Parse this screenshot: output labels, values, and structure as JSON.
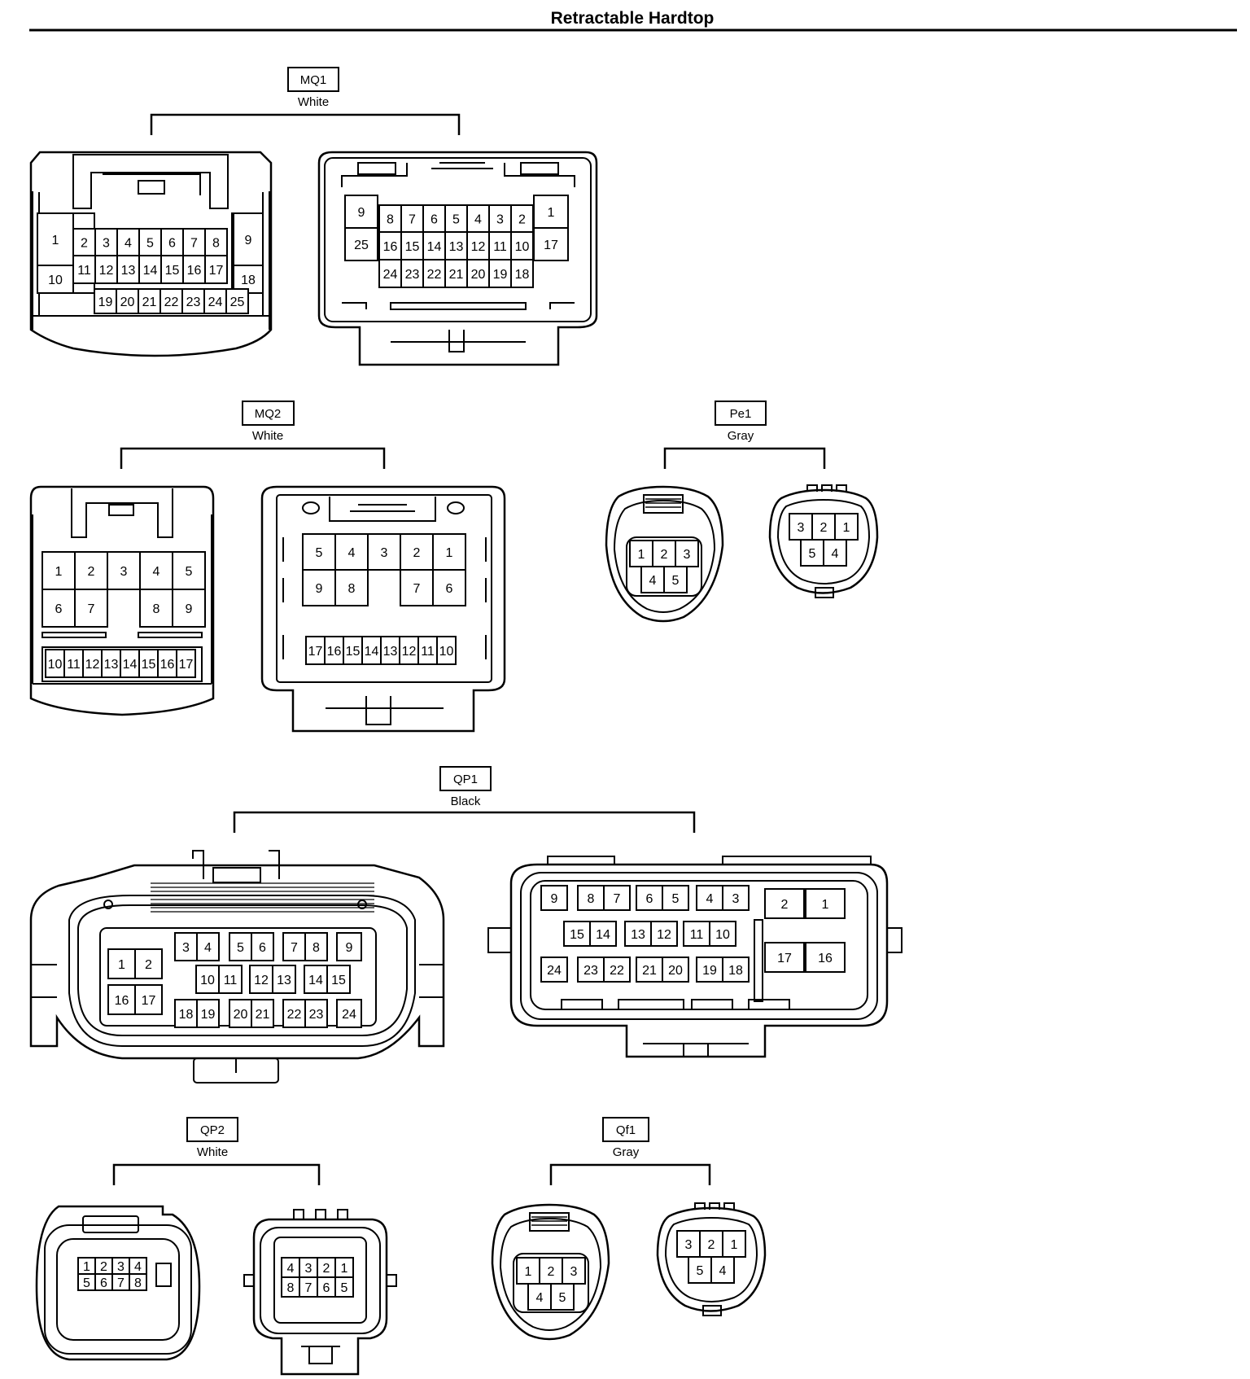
{
  "page": {
    "title": "Retractable Hardtop"
  },
  "connectors": [
    {
      "id": "MQ1",
      "color": "White",
      "views": [
        [
          "1",
          "2",
          "3",
          "4",
          "5",
          "6",
          "7",
          "8",
          "9",
          "10",
          "11",
          "12",
          "13",
          "14",
          "15",
          "16",
          "17",
          "18",
          "19",
          "20",
          "21",
          "22",
          "23",
          "24",
          "25"
        ],
        [
          "9",
          "8",
          "7",
          "6",
          "5",
          "4",
          "3",
          "2",
          "1",
          "25",
          "16",
          "15",
          "14",
          "13",
          "12",
          "11",
          "10",
          "17",
          "24",
          "23",
          "22",
          "21",
          "20",
          "19",
          "18"
        ]
      ]
    },
    {
      "id": "MQ2",
      "color": "White",
      "views": [
        [
          "1",
          "2",
          "3",
          "4",
          "5",
          "6",
          "7",
          "8",
          "9",
          "10",
          "11",
          "12",
          "13",
          "14",
          "15",
          "16",
          "17"
        ],
        [
          "5",
          "4",
          "3",
          "2",
          "1",
          "9",
          "8",
          "7",
          "6",
          "17",
          "16",
          "15",
          "14",
          "13",
          "12",
          "11",
          "10"
        ]
      ]
    },
    {
      "id": "Pe1",
      "color": "Gray",
      "views": [
        [
          "1",
          "2",
          "3",
          "4",
          "5"
        ],
        [
          "3",
          "2",
          "1",
          "5",
          "4"
        ]
      ]
    },
    {
      "id": "QP1",
      "color": "Black",
      "views": [
        [
          "3",
          "4",
          "5",
          "6",
          "7",
          "8",
          "9",
          "1",
          "2",
          "10",
          "11",
          "12",
          "13",
          "14",
          "15",
          "16",
          "17",
          "18",
          "19",
          "20",
          "21",
          "22",
          "23",
          "24"
        ],
        [
          "9",
          "8",
          "7",
          "6",
          "5",
          "4",
          "3",
          "2",
          "1",
          "15",
          "14",
          "13",
          "12",
          "11",
          "10",
          "17",
          "16",
          "24",
          "23",
          "22",
          "21",
          "20",
          "19",
          "18"
        ]
      ]
    },
    {
      "id": "QP2",
      "color": "White",
      "views": [
        [
          "1",
          "2",
          "3",
          "4",
          "5",
          "6",
          "7",
          "8"
        ],
        [
          "4",
          "3",
          "2",
          "1",
          "8",
          "7",
          "6",
          "5"
        ]
      ]
    },
    {
      "id": "Qf1",
      "color": "Gray",
      "views": [
        [
          "1",
          "2",
          "3",
          "4",
          "5"
        ],
        [
          "3",
          "2",
          "1",
          "5",
          "4"
        ]
      ]
    }
  ]
}
